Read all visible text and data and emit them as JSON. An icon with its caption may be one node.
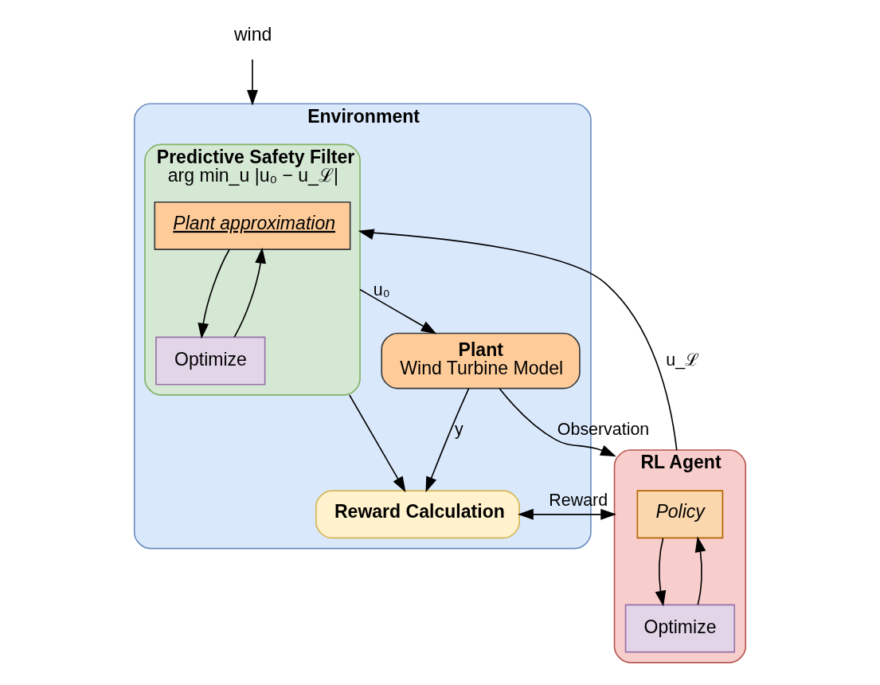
{
  "diagram": {
    "nodes": [
      {
        "text": [
          "wind"
        ]
      },
      {
        "text": [
          "Environment"
        ]
      },
      {
        "text": [
          "Predictive Safety Filter",
          "arg min_u |u₀ − u_ℒ|"
        ],
        "in": 1
      },
      {
        "text": [
          "Plant approximation"
        ],
        "in": 2
      },
      {
        "text": [
          "Optimize"
        ],
        "in": 2
      },
      {
        "text": [
          "Plant",
          "Wind Turbine Model"
        ],
        "in": 1
      },
      {
        "text": [
          "Reward Calculation"
        ],
        "in": 1
      },
      {
        "text": [
          "RL Agent"
        ]
      },
      {
        "text": [
          "Policy"
        ],
        "in": 7
      },
      {
        "text": [
          "Optimize"
        ],
        "in": 7
      }
    ],
    "edges": [
      {
        "from": 0,
        "to": 1,
        "arrow": "to"
      },
      {
        "from": 2,
        "to": 5,
        "arrow": "to",
        "label": "u₀"
      },
      {
        "from": 2,
        "to": 6,
        "arrow": "to"
      },
      {
        "from": 5,
        "to": 6,
        "arrow": "to",
        "label": "y"
      },
      {
        "from": 5,
        "to": 7,
        "arrow": "to",
        "label": "Observation"
      },
      {
        "from": 6,
        "to": 7,
        "arrow": "to",
        "label": "Reward"
      },
      {
        "from": 7,
        "to": 2,
        "arrow": "to",
        "label": "u_ℒ"
      },
      {
        "from": 7,
        "to": 6,
        "arrow": "to"
      },
      {
        "from": 3,
        "to": 4,
        "arrow": "to"
      },
      {
        "from": 4,
        "to": 3,
        "arrow": "to"
      },
      {
        "from": 8,
        "to": 9,
        "arrow": "to"
      },
      {
        "from": 9,
        "to": 8,
        "arrow": "to"
      }
    ]
  }
}
